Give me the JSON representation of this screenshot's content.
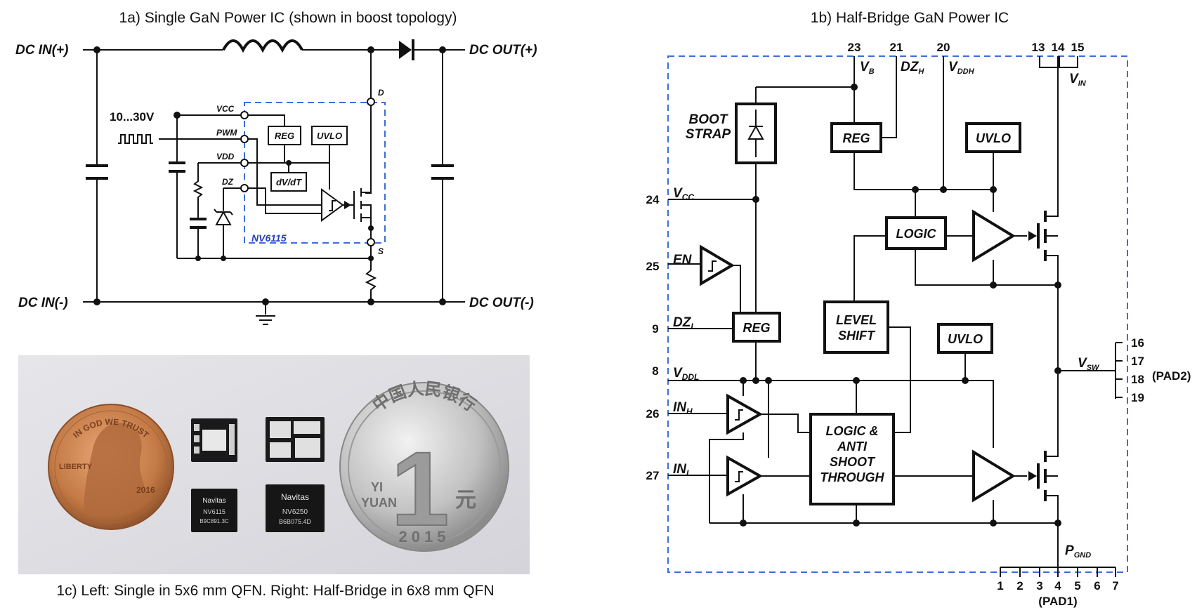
{
  "captions": {
    "fig_1a": "1a) Single GaN Power IC (shown in boost topology)",
    "fig_1b": "1b) Half-Bridge GaN Power IC",
    "fig_1c": "1c) Left: Single in 5x6 mm QFN. Right: Half-Bridge in 6x8 mm QFN"
  },
  "fig1a": {
    "dc_in_pos": "DC IN(+)",
    "dc_in_neg": "DC IN(-)",
    "dc_out_pos": "DC OUT(+)",
    "dc_out_neg": "DC OUT(-)",
    "supply": "10...30V",
    "pins": {
      "vcc": "VCC",
      "pwm": "PWM",
      "vdd": "VDD",
      "dz": "DZ",
      "d": "D",
      "s": "S"
    },
    "blocks": {
      "reg": "REG",
      "uvlo": "UVLO",
      "dvdt": "dV/dT"
    },
    "chip": "NV6115"
  },
  "fig1b": {
    "boot_strap_line1": "BOOT",
    "boot_strap_line2": "STRAP",
    "reg": "REG",
    "uvlo": "UVLO",
    "logic": "LOGIC",
    "level_shift_line1": "LEVEL",
    "level_shift_line2": "SHIFT",
    "logic_anti_line1": "LOGIC &",
    "logic_anti_line2": "ANTI",
    "logic_anti_line3": "SHOOT",
    "logic_anti_line4": "THROUGH",
    "signals": [
      {
        "pin": "24",
        "main": "V",
        "sub": "CC"
      },
      {
        "pin": "25",
        "main": "EN",
        "sub": ""
      },
      {
        "pin": "9",
        "main": "DZ",
        "sub": "L"
      },
      {
        "pin": "8",
        "main": "V",
        "sub": "DDL"
      },
      {
        "pin": "26",
        "main": "IN",
        "sub": "H"
      },
      {
        "pin": "27",
        "main": "IN",
        "sub": "L"
      }
    ],
    "top_pins": [
      {
        "pin": "23",
        "main": "V",
        "sub": "B"
      },
      {
        "pin": "21",
        "main": "DZ",
        "sub": "H"
      },
      {
        "pin": "20",
        "main": "V",
        "sub": "DDH"
      }
    ],
    "vin_pins": [
      "13",
      "14",
      "15"
    ],
    "vin": {
      "main": "V",
      "sub": "IN"
    },
    "vsw": {
      "main": "V",
      "sub": "SW"
    },
    "vsw_pins": [
      "16",
      "17",
      "18",
      "19"
    ],
    "pad2": "(PAD2)",
    "pgnd": {
      "main": "P",
      "sub": "GND"
    },
    "pgnd_pins": [
      "1",
      "2",
      "3",
      "4",
      "5",
      "6",
      "7"
    ],
    "pad1": "(PAD1)"
  },
  "fig1c": {
    "coin_left": {
      "top": "IN GOD WE TRUST",
      "side": "LIBERTY",
      "year": "2016"
    },
    "chip_single": {
      "brand": "Navitas",
      "part": "NV6115",
      "code": "B9C891.3C"
    },
    "chip_half": {
      "brand": "Navitas",
      "part": "NV6250",
      "code": "B6B075.4D"
    },
    "coin_right": {
      "top": "中国人民银行",
      "digit": "1",
      "yuan_cn": "元",
      "yi": "YI",
      "yuan": "YUAN",
      "year": "2015"
    }
  },
  "colors": {
    "wire": "#111111",
    "chip_outline": "#3a6fd8",
    "chip_label": "#2a3fc0",
    "photo_bg": "#dcdce2",
    "penny": "#c8804a",
    "coin_silver": "#c8c8c8"
  }
}
